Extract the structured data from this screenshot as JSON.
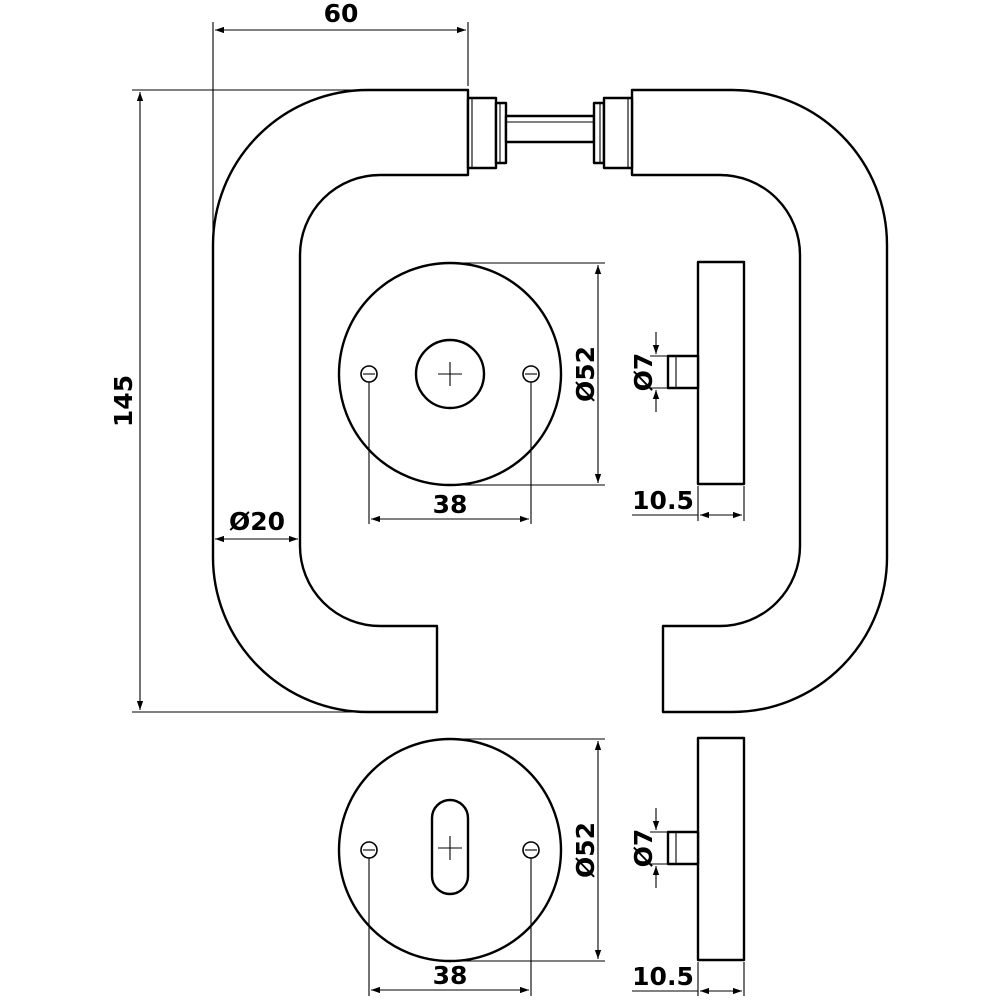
{
  "drawing": {
    "dimensions": {
      "lever_projection": "60",
      "overall_height": "145",
      "lever_diameter": "Ø20",
      "rose_diameter_top": "Ø52",
      "fixing_centres_top": "38",
      "spindle_diameter_top": "Ø7",
      "rose_depth_top": "10.5",
      "rose_diameter_bottom": "Ø52",
      "fixing_centres_bottom": "38",
      "spindle_diameter_bottom": "Ø7",
      "rose_depth_bottom": "10.5"
    }
  }
}
